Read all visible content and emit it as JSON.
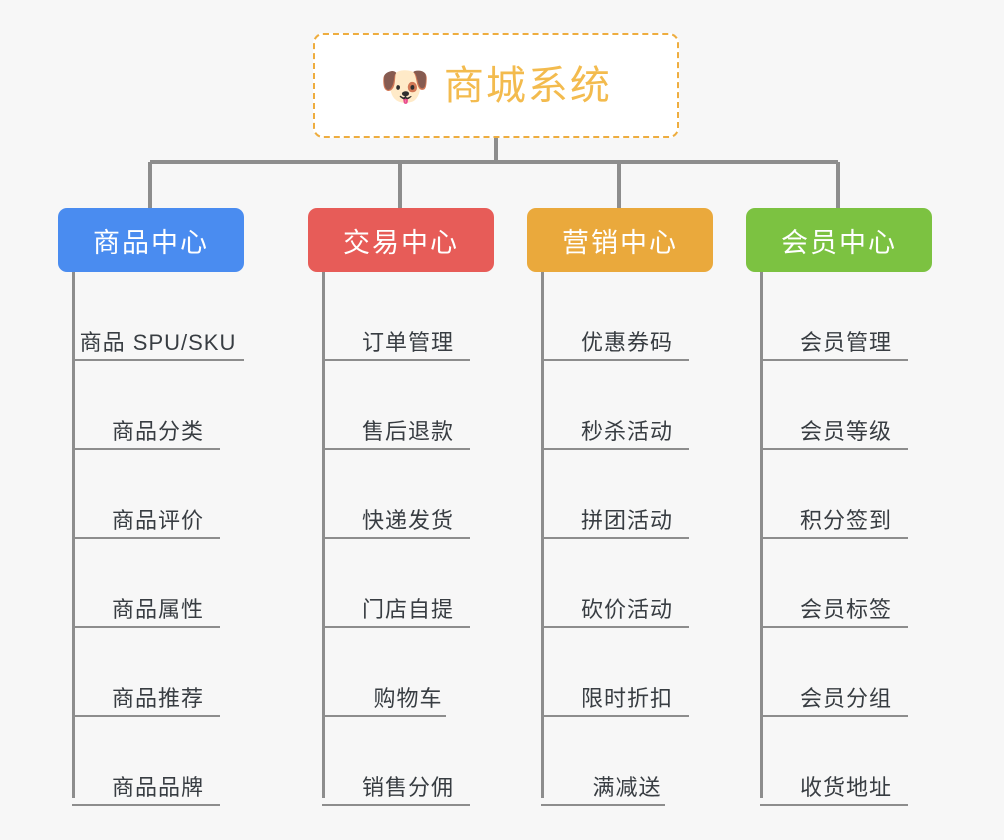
{
  "page": {
    "background_color": "#f7f7f7",
    "connector_color": "#8d8d8d"
  },
  "root": {
    "icon": "shiba-dog-emoji",
    "emoji": "🐶",
    "title": "商城系统",
    "title_color": "#f3bb4e",
    "border_color": "#eead3f",
    "border_style": "dashed",
    "background": "#ffffff"
  },
  "columns": [
    {
      "id": "product-center",
      "label": "商品中心",
      "color": "#4a8cf0",
      "items": [
        "商品 SPU/SKU",
        "商品分类",
        "商品评价",
        "商品属性",
        "商品推荐",
        "商品品牌"
      ]
    },
    {
      "id": "trade-center",
      "label": "交易中心",
      "color": "#e75c58",
      "items": [
        "订单管理",
        "售后退款",
        "快递发货",
        "门店自提",
        "购物车",
        "销售分佣"
      ]
    },
    {
      "id": "marketing-center",
      "label": "营销中心",
      "color": "#eaa93c",
      "items": [
        "优惠券码",
        "秒杀活动",
        "拼团活动",
        "砍价活动",
        "限时折扣",
        "满减送"
      ]
    },
    {
      "id": "member-center",
      "label": "会员中心",
      "color": "#7cc241",
      "items": [
        "会员管理",
        "会员等级",
        "积分签到",
        "会员标签",
        "会员分组",
        "收货地址"
      ]
    }
  ]
}
